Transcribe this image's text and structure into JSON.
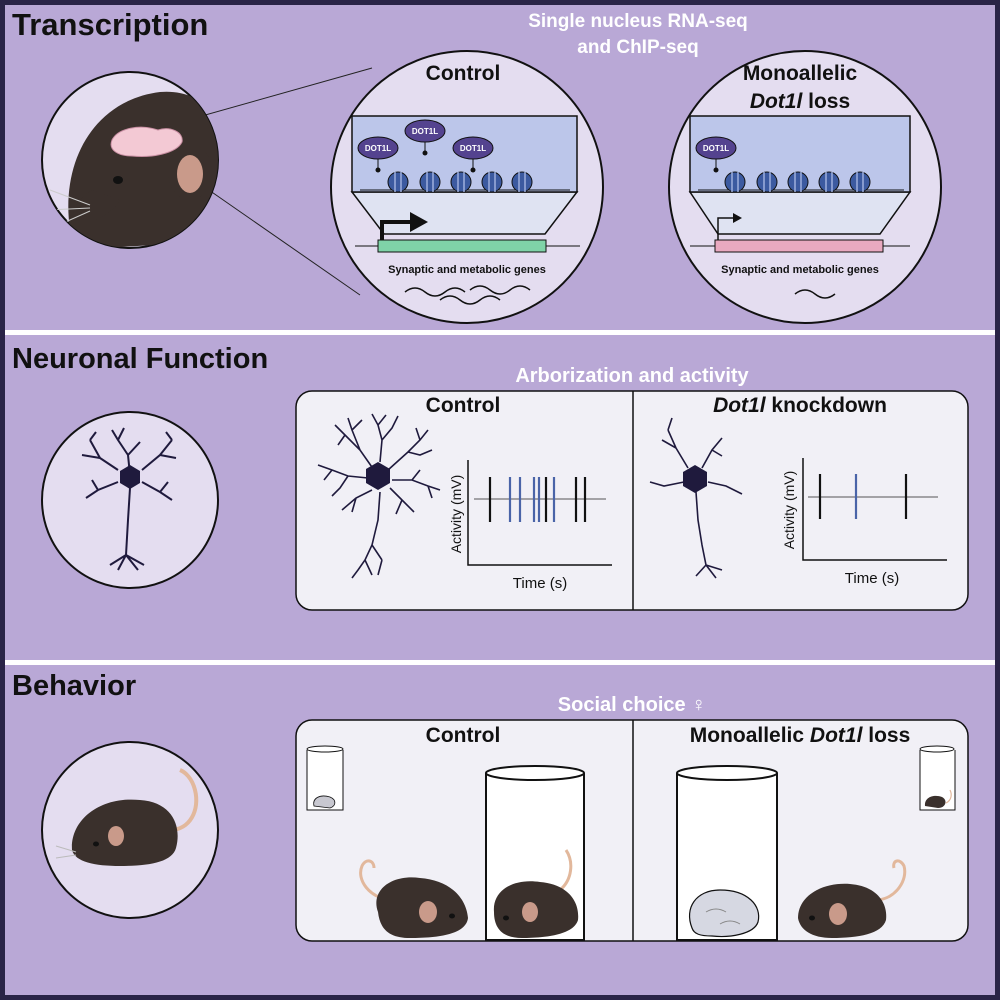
{
  "colors": {
    "background": "#b9a8d6",
    "frame": "#2a2447",
    "divider": "#ffffff",
    "circle_fill": "#e4ddf0",
    "panel_fill": "#f1f0f6",
    "dot1l_blob": "#54438f",
    "nucleosome": "#3c5aa0",
    "gene_control": "#7fd3a8",
    "gene_loss": "#e9a9c0",
    "spike_black": "#111111",
    "spike_blue": "#4a64a8",
    "mouse_fur": "#3a302c",
    "mouse_ear": "#c99a8a",
    "mouse_tail": "#e2b89c"
  },
  "transcription": {
    "title": "Transcription",
    "method_line1": "Single nucleus RNA-seq",
    "method_line2": "and ChIP-seq",
    "control_label": "Control",
    "loss_label_line1": "Monoallelic",
    "loss_label_italic": "Dot1l",
    "loss_label_rest": " loss",
    "dot1l_label": "DOT1L",
    "gene_label": "Synaptic and metabolic genes"
  },
  "neuronal": {
    "title": "Neuronal Function",
    "subtitle": "Arborization and activity",
    "control_label": "Control",
    "kd_label_italic": "Dot1l",
    "kd_label_rest": " knockdown",
    "y_axis_label": "Activity (mV)",
    "x_axis_label": "Time (s)"
  },
  "behavior": {
    "title": "Behavior",
    "subtitle": "Social choice ♀",
    "control_label": "Control",
    "loss_label_prefix": "Monoallelic ",
    "loss_label_italic": "Dot1l",
    "loss_label_rest": " loss"
  }
}
